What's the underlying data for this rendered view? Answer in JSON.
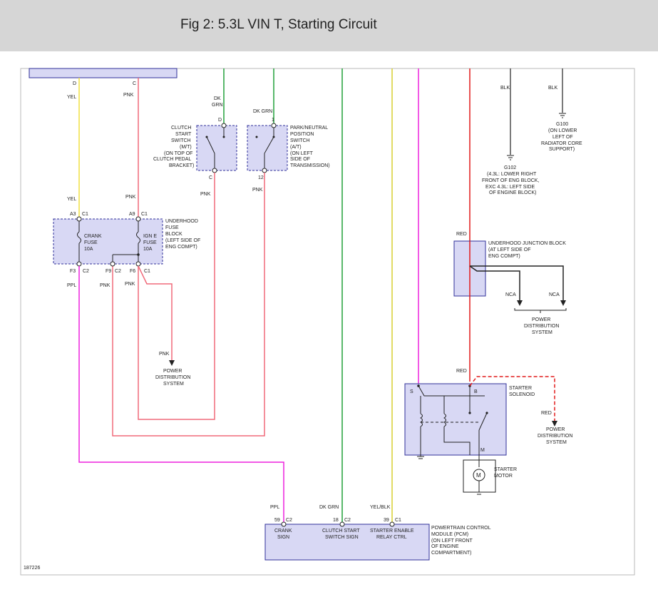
{
  "title": "Fig 2: 5.3L VIN T, Starting Circuit",
  "fig_id": "187226",
  "colors": {
    "yellow": "#f0e040",
    "pink": "#f06a7a",
    "green": "#22a13a",
    "magenta": "#ee22dd",
    "red": "#e21a1a",
    "yellow_black": "#d9cf30",
    "black": "#222222",
    "box_fill": "#d8d8f4",
    "box_stroke": "#30309a"
  },
  "top_conn": {
    "pin_left": "D",
    "pin_right": "C",
    "wire_left": "YEL",
    "wire_right": "PNK"
  },
  "clutch": {
    "top_wire": [
      "DK",
      "GRN"
    ],
    "pin_top": "D",
    "pin_bottom": "C",
    "label": [
      "CLUTCH",
      "START",
      "SWITCH",
      "(M/T)",
      "(ON TOP OF",
      "CLUTCH PEDAL",
      "BRACKET)"
    ],
    "bottom_wire": "PNK"
  },
  "park": {
    "top_wire": "DK GRN",
    "pin_top": "1",
    "pin_bottom": "12",
    "label": [
      "PARK/NEUTRAL",
      "POSITION",
      "SWITCH",
      "(A/T)",
      "(ON LEFT",
      "SIDE OF",
      "TRANSMISSION)"
    ],
    "bottom_wire": "PNK"
  },
  "fuse_block": {
    "wire_left_in": "YEL",
    "wire_right_in": "PNK",
    "pin_a3": "A3",
    "conn_a3": "C1",
    "pin_a9": "A9",
    "conn_a9": "C1",
    "crank": [
      "CRANK",
      "FUSE",
      "10A"
    ],
    "ign": [
      "IGN E",
      "FUSE",
      "10A"
    ],
    "label": [
      "UNDERHOOD",
      "FUSE",
      "BLOCK",
      "(LEFT SIDE OF",
      "ENG COMPT)"
    ],
    "pin_f3": "F3",
    "conn_f3": "C2",
    "pin_f9": "F9",
    "conn_f9": "C2",
    "pin_f6": "F6",
    "conn_f6": "C1",
    "wire_ppl": "PPL",
    "wire_pnk1": "PNK",
    "wire_pnk2": "PNK"
  },
  "pds_left": {
    "wire": "PNK",
    "label": [
      "POWER",
      "DISTRIBUTION",
      "SYSTEM"
    ]
  },
  "grounds": {
    "blk1": "BLK",
    "blk2": "BLK",
    "g100": [
      "G100",
      "(ON LOWER",
      "LEFT OF",
      "RADIATOR CORE",
      "SUPPORT)"
    ],
    "g102": [
      "G102",
      "(4.3L: LOWER RIGHT",
      "FRONT OF ENG BLOCK,",
      "EXC 4.3L: LEFT SIDE",
      "OF ENGINE BLOCK)"
    ]
  },
  "junction": {
    "wire_in": "RED",
    "label": [
      "UNDERHOOD JUNCTION BLOCK",
      "(AT LEFT SIDE OF",
      "ENG COMPT)"
    ],
    "nca1": "NCA",
    "nca2": "NCA",
    "pds": [
      "POWER",
      "DISTRIBUTION",
      "SYSTEM"
    ]
  },
  "solenoid": {
    "wire_in": "RED",
    "term_s": "S",
    "term_b": "B",
    "term_m": "M",
    "label": [
      "STARTER",
      "SOLENOID"
    ],
    "motor_symbol": "M",
    "motor_label": [
      "STARTER",
      "MOTOR"
    ],
    "pds_wire": "RED",
    "pds": [
      "POWER",
      "DISTRIBUTION",
      "SYSTEM"
    ]
  },
  "pcm": {
    "wire_ppl": "PPL",
    "pin59": "59",
    "conn59": "C2",
    "wire_dkgrn": "DK GRN",
    "pin18": "18",
    "conn18": "C2",
    "wire_yelblk": "YEL/BLK",
    "pin39": "39",
    "conn39": "C1",
    "crank": [
      "CRANK",
      "SIGN"
    ],
    "clutch": [
      "CLUTCH START",
      "SWITCH SIGN"
    ],
    "starter": [
      "STARTER ENABLE",
      "RELAY CTRL"
    ],
    "label": [
      "POWERTRAIN CONTROL",
      "MODULE (PCM)",
      "(ON LEFT FRONT",
      "OF ENGINE",
      "COMPARTMENT)"
    ]
  }
}
